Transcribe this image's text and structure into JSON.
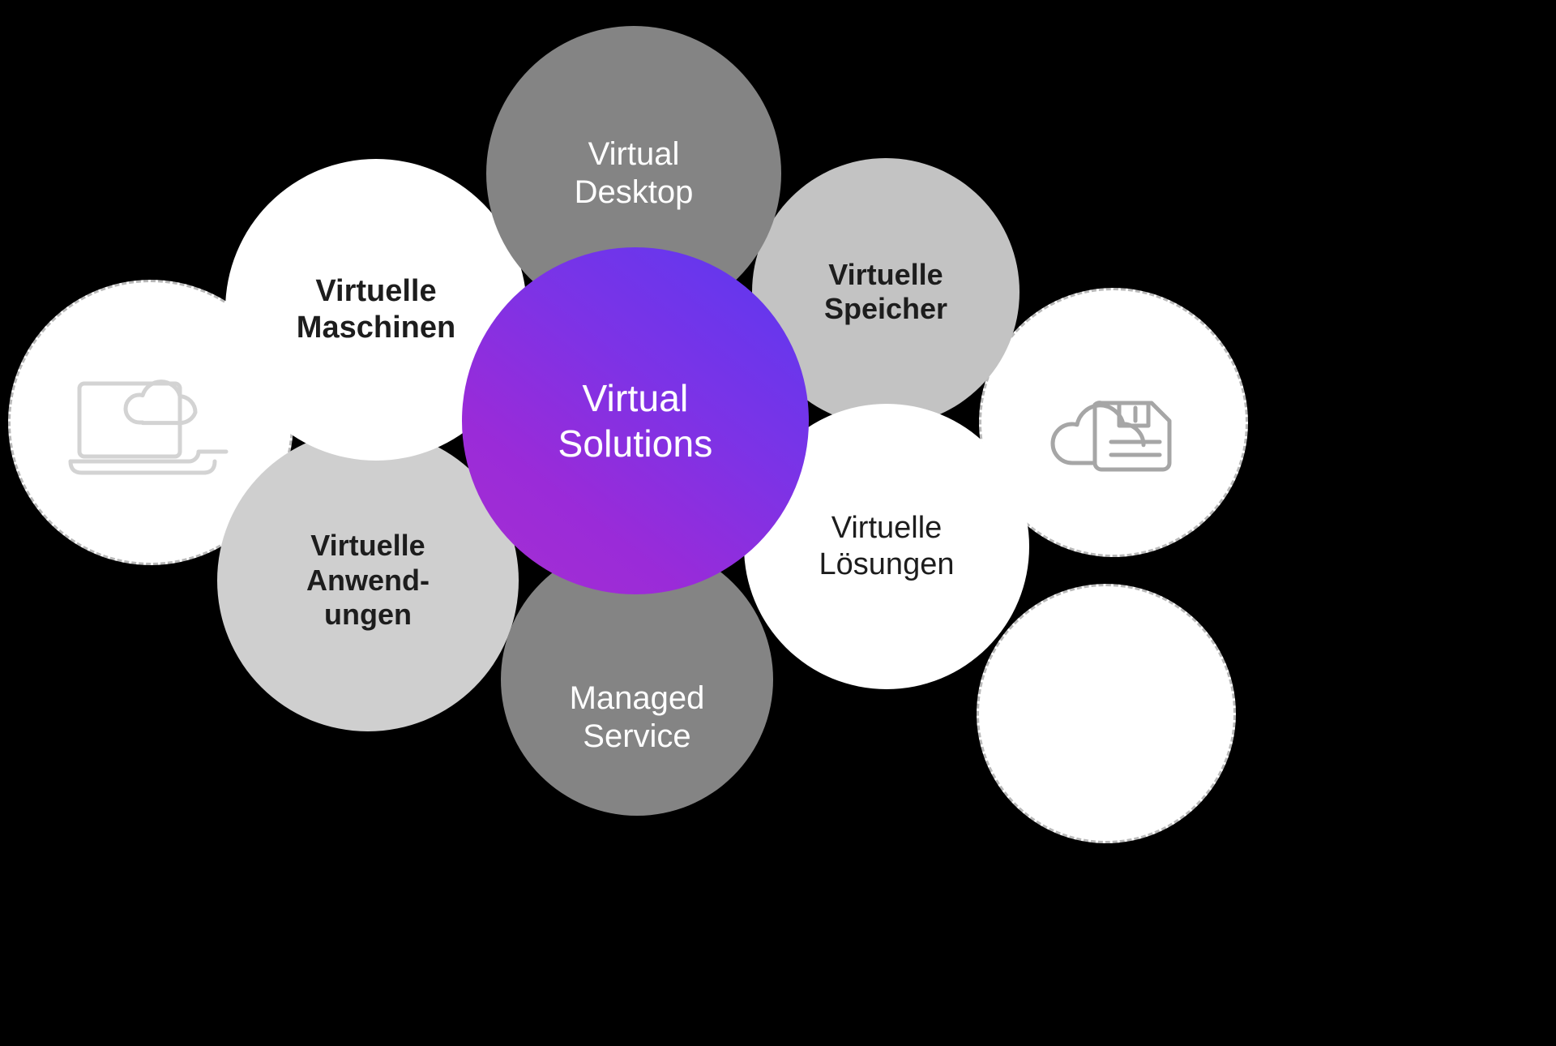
{
  "diagram": {
    "title": "Virtual Solutions",
    "background_color": "#000000",
    "center": {
      "label": "Virtual\nSolutions",
      "gradient_from": "#5b34ee",
      "gradient_to": "#a62fd2",
      "text_color": "#ffffff"
    },
    "petals": [
      {
        "id": "virtual-desktop",
        "label": "Virtual\nDesktop",
        "fill": "#848484",
        "text_color": "#ffffff"
      },
      {
        "id": "virtuelle-speicher",
        "label": "Virtuelle\nSpeicher",
        "fill": "#c3c3c3",
        "text_color": "#1d1d1d"
      },
      {
        "id": "virtuelle-loesungen",
        "label": "Virtuelle\nLösungen",
        "fill": "#ffffff",
        "text_color": "#1d1d1d"
      },
      {
        "id": "managed-service",
        "label": "Managed\nService",
        "fill": "#848484",
        "text_color": "#ffffff"
      },
      {
        "id": "virtuelle-anwendungen",
        "label": "Virtuelle\nAnwend-\nungen",
        "fill": "#cfcfcf",
        "text_color": "#1d1d1d"
      },
      {
        "id": "virtuelle-maschinen",
        "label": "Virtuelle\nMaschinen",
        "fill": "#ffffff",
        "text_color": "#1d1d1d"
      }
    ],
    "accessories": [
      {
        "id": "laptop-cloud",
        "icon": "laptop-cloud-icon",
        "fill": "#ffffff",
        "border_color": "#b9b9b9"
      },
      {
        "id": "cloud-storage",
        "icon": "cloud-save-icon",
        "fill": "#ffffff",
        "border_color": "#b9b9b9"
      },
      {
        "id": "blank-circle",
        "icon": "none",
        "fill": "#ffffff",
        "border_color": "#b9b9b9"
      }
    ]
  }
}
